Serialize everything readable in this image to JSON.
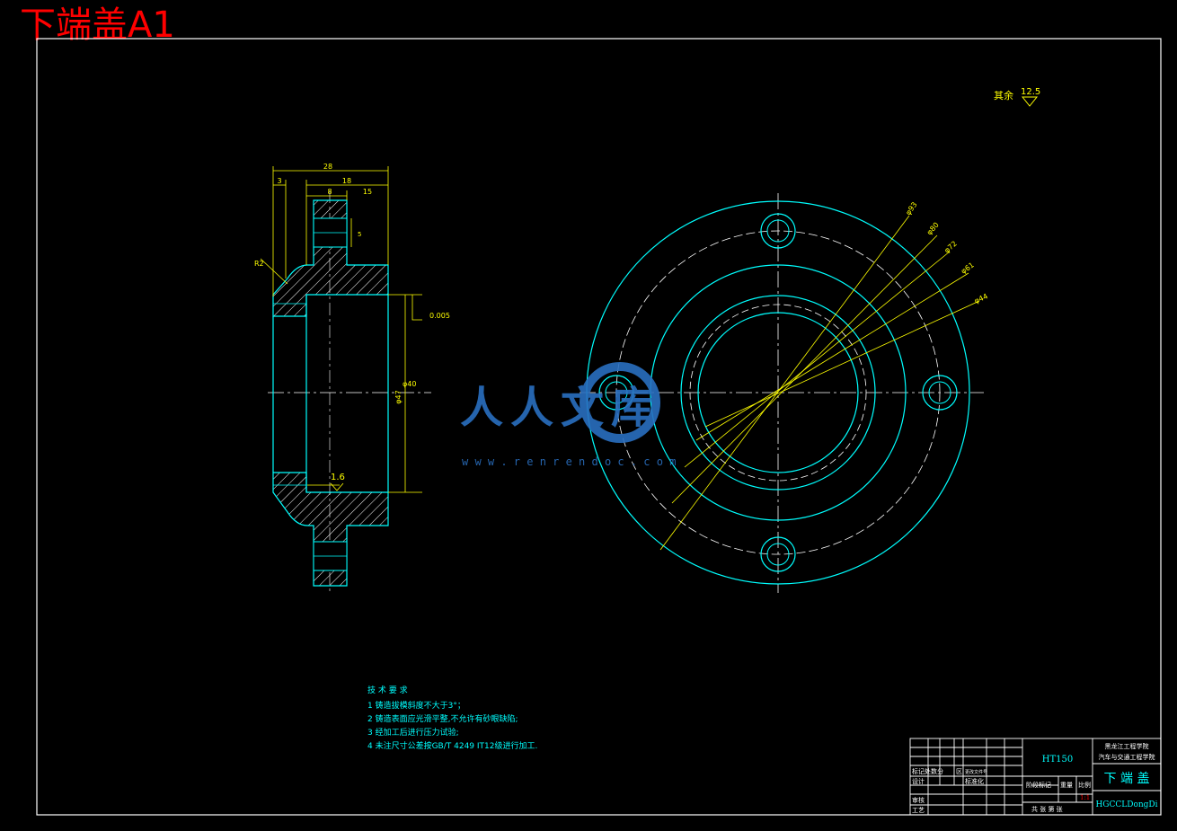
{
  "title": "下端盖A1",
  "surface_finish": {
    "label": "其余",
    "value": "12.5"
  },
  "side_view": {
    "dims": [
      "28",
      "3",
      "18",
      "8",
      "15",
      "R2",
      "5",
      "0.005",
      "1.6"
    ],
    "left_vertical_dim": "φ47",
    "right_vertical_dim": "φ40"
  },
  "front_view": {
    "radial_dims": [
      "φ93",
      "φ80",
      "φ72",
      "φ61",
      "φ44"
    ]
  },
  "watermark": {
    "text": "人人文库",
    "url": "w w w . r e n r e n d o c . c o m"
  },
  "tech_requirements": {
    "heading": "技 术 要 求",
    "items": [
      "1  铸造拔模斜度不大于3°；",
      "2  铸造表面应光滑平整,不允许有砂眼缺陷;",
      "3  经加工后进行压力试验;",
      "4  未注尺寸公差按GB/T 4249 IT12级进行加工."
    ]
  },
  "title_block": {
    "material": "HT150",
    "school_line1": "黑龙江工程学院",
    "school_line2": "汽车与交通工程学院",
    "part_name": "下 端 盖",
    "drawing_code": "HGCCLDongDi",
    "row_labels": [
      "标记处数分",
      "设计",
      "审核",
      "工艺"
    ],
    "row_extra": [
      "区",
      "更改文件号",
      "标准化"
    ],
    "stage_label": "阶段标记",
    "weight_label": "重量",
    "scale_label": "比例",
    "scale_value": "1:1",
    "sheet_text": "共  张  第  张"
  }
}
